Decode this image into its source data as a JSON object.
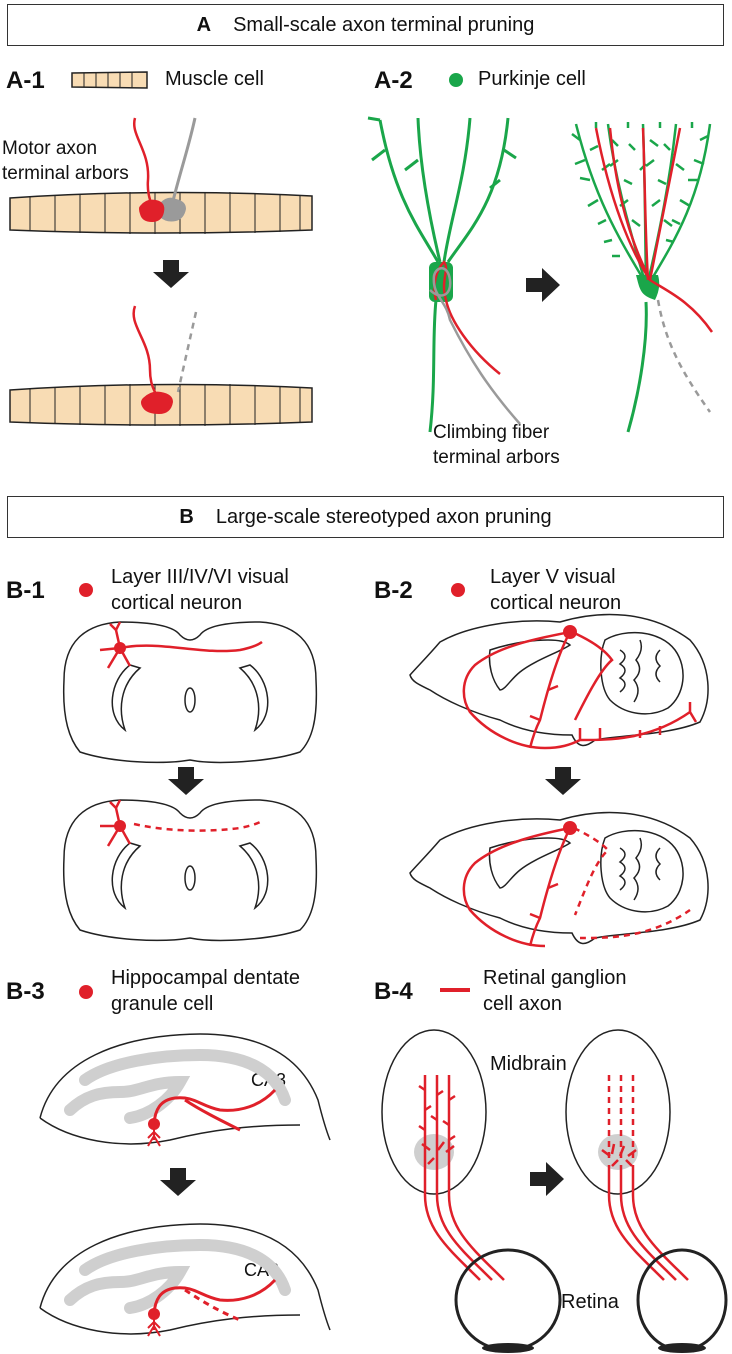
{
  "sections": {
    "a": {
      "letter": "A",
      "title": "Small-scale axon terminal pruning"
    },
    "b": {
      "letter": "B",
      "title": "Large-scale stereotyped axon pruning"
    }
  },
  "panels": {
    "a1": {
      "id": "A-1",
      "legend": "Muscle cell",
      "note_line1": "Motor axon",
      "note_line2": "terminal arbors"
    },
    "a2": {
      "id": "A-2",
      "legend": "Purkinje cell",
      "note_line1": "Climbing fiber",
      "note_line2": "terminal arbors"
    },
    "b1": {
      "id": "B-1",
      "legend_line1": "Layer III/IV/VI visual",
      "legend_line2": "cortical neuron"
    },
    "b2": {
      "id": "B-2",
      "legend_line1": "Layer V visual",
      "legend_line2": "cortical neuron"
    },
    "b3": {
      "id": "B-3",
      "legend_line1": "Hippocampal dentate",
      "legend_line2": "granule cell",
      "region_top": "CA3",
      "region_bottom": "CA3"
    },
    "b4": {
      "id": "B-4",
      "legend_line1": "Retinal ganglion",
      "legend_line2": "cell axon",
      "midbrain": "Midbrain",
      "retina": "Retina"
    }
  },
  "colors": {
    "axon_red": "#e0202a",
    "pruned_gray": "#9a9a9a",
    "purkinje_green": "#1aa64a",
    "muscle_tan": "#f8dcb4",
    "hippocampus_gray": "#cfcfcf",
    "outline": "#222222"
  },
  "icons": [
    "down-arrow-icon",
    "right-arrow-icon"
  ]
}
